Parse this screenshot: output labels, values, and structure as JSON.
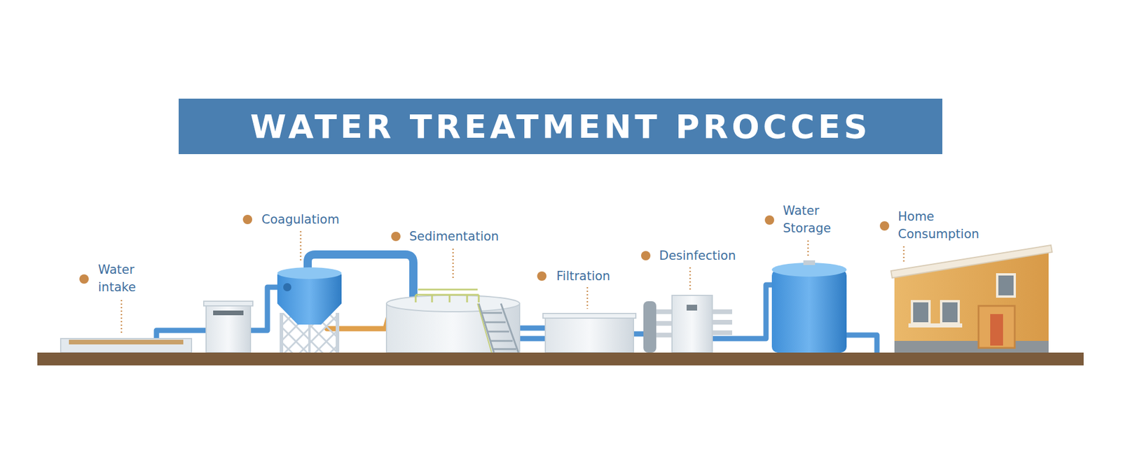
{
  "diagram": {
    "title": "WATER TREATMENT PROCCES",
    "labels": [
      "Water intake",
      "Coagulatiom",
      "Sedimentation",
      "Filtration",
      "Desinfection",
      "Water Storage",
      "Home Consumption"
    ]
  }
}
